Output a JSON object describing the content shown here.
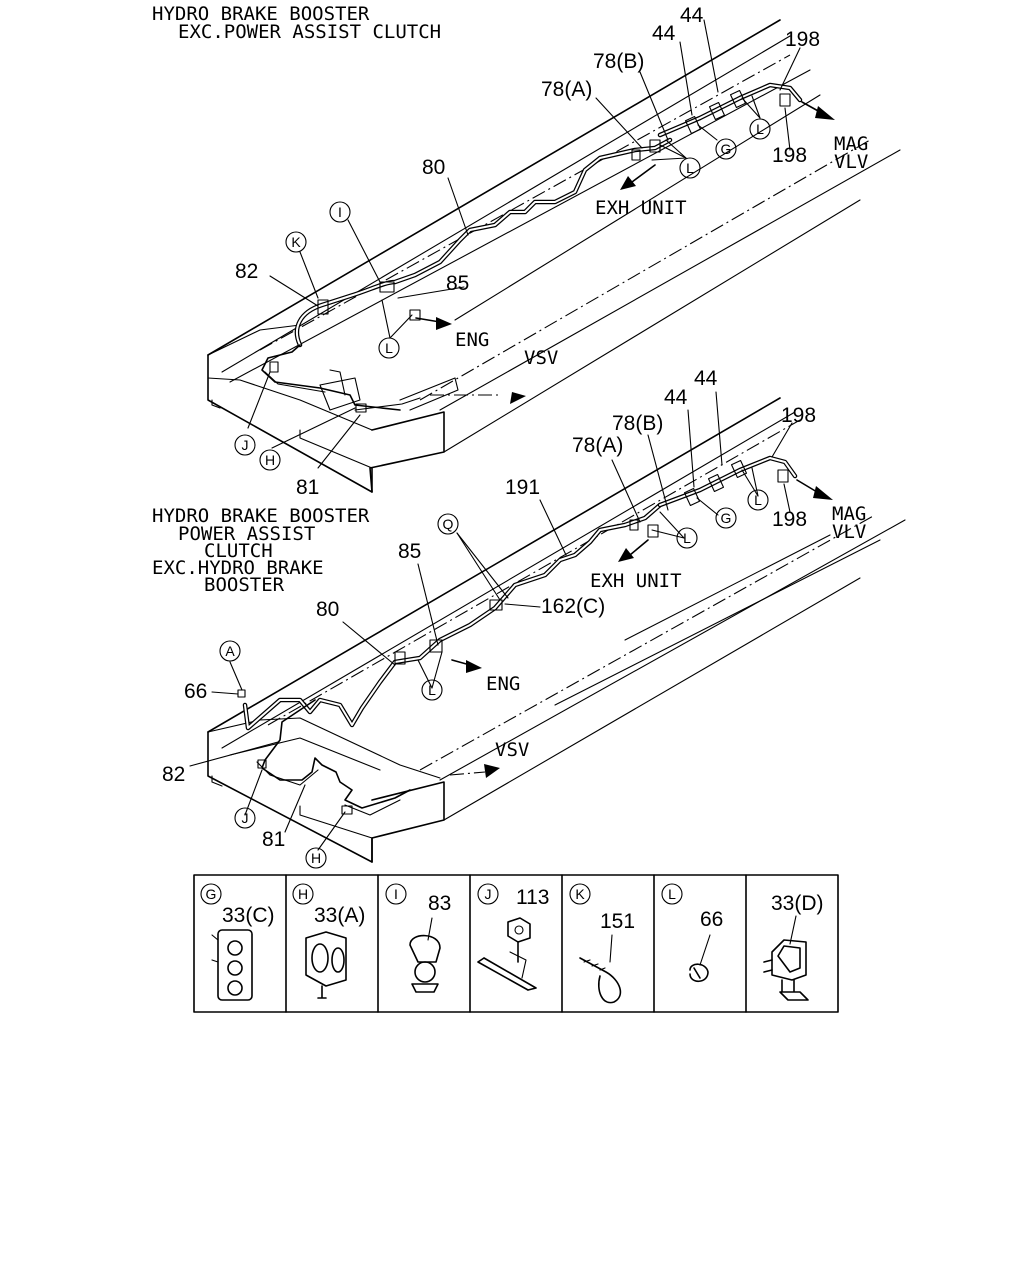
{
  "headings": {
    "upper_line1": "HYDRO BRAKE BOOSTER",
    "upper_line2": "EXC.POWER ASSIST CLUTCH",
    "lower_line1": "HYDRO BRAKE BOOSTER",
    "lower_line2": "POWER ASSIST",
    "lower_line3": "CLUTCH",
    "lower_line4": "EXC.HYDRO BRAKE",
    "lower_line5": "BOOSTER"
  },
  "upper_diagram": {
    "destinations": {
      "mag_line1": "MAG",
      "mag_line2": "VLV",
      "exh_unit": "EXH UNIT",
      "eng": "ENG",
      "vsv": "VSV"
    },
    "part_numbers": {
      "p44a": "44",
      "p44b": "44",
      "p198a": "198",
      "p198b": "198",
      "p78b": "78(B)",
      "p78a": "78(A)",
      "p80": "80",
      "p85": "85",
      "p82": "82",
      "p81": "81"
    },
    "clip_refs": {
      "G": "G",
      "L1": "L",
      "L2": "L",
      "L3": "L",
      "I": "I",
      "K": "K",
      "J": "J",
      "H": "H"
    }
  },
  "lower_diagram": {
    "destinations": {
      "mag_line1": "MAG",
      "mag_line2": "VLV",
      "exh_unit": "EXH UNIT",
      "eng": "ENG",
      "vsv": "VSV"
    },
    "part_numbers": {
      "p44a": "44",
      "p44b": "44",
      "p198a": "198",
      "p198b": "198",
      "p78b": "78(B)",
      "p78a": "78(A)",
      "p191": "191",
      "p162c": "162(C)",
      "p85": "85",
      "p80": "80",
      "p66": "66",
      "p82": "82",
      "p81": "81"
    },
    "clip_refs": {
      "G": "G",
      "L1": "L",
      "L2": "L",
      "L3": "L",
      "Q": "Q",
      "A": "A",
      "J": "J",
      "H": "H"
    }
  },
  "legend": [
    {
      "ref": "G",
      "part": "33(C)"
    },
    {
      "ref": "H",
      "part": "33(A)"
    },
    {
      "ref": "I",
      "part": "83"
    },
    {
      "ref": "J",
      "part": "113"
    },
    {
      "ref": "K",
      "part": "151"
    },
    {
      "ref": "L",
      "part": "66"
    },
    {
      "ref": "",
      "part": "33(D)"
    }
  ]
}
